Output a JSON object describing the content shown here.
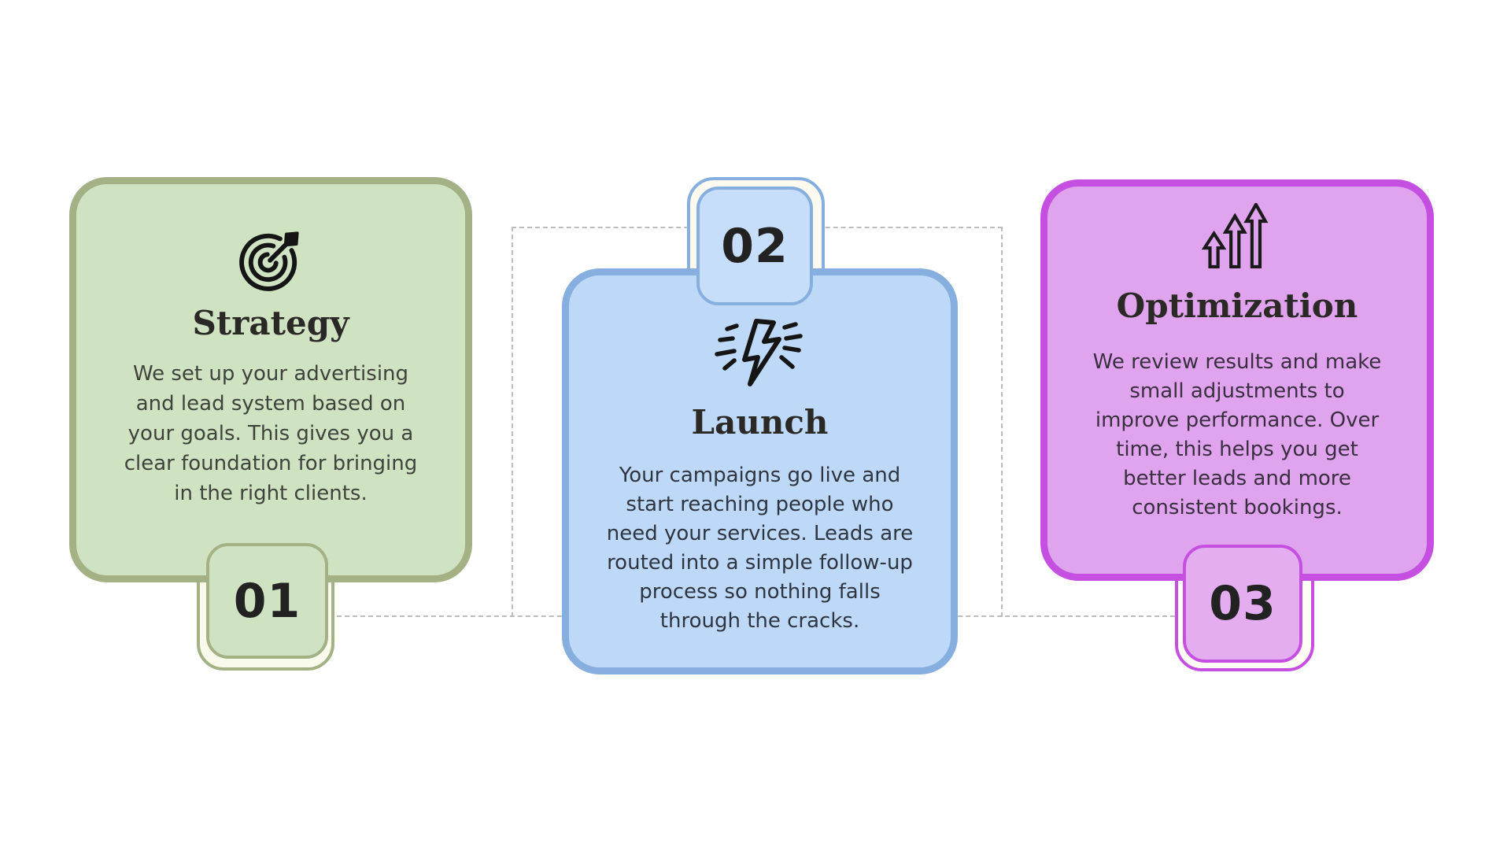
{
  "infographic": {
    "type": "three-step-process",
    "connector_style": "dashed",
    "connector_color": "#bdbdbd",
    "background": "#ffffff",
    "title_color": "#2b2925",
    "number_color": "#222222"
  },
  "steps": [
    {
      "number": "01",
      "title": "Strategy",
      "icon": "target-dart-icon",
      "body_lines": [
        "We set up your advertising",
        "and lead system based on",
        "your goals. This gives you a",
        "clear foundation for bringing",
        "in the right clients."
      ],
      "colors": {
        "card_fill": "#cfe2c2",
        "card_border": "#a3b185",
        "badge_outer_fill": "#fafaec",
        "badge_inner_fill": "#cfe2c2"
      }
    },
    {
      "number": "02",
      "title": "Launch",
      "icon": "lightning-bolt-icon",
      "body_lines": [
        "Your campaigns go live and",
        "start reaching people who",
        "need your services. Leads are",
        "routed into a simple follow-up",
        "process so nothing falls",
        "through the cracks."
      ],
      "colors": {
        "card_fill": "#bed9f8",
        "card_border": "#86afdf",
        "badge_outer_fill": "#fcf9ef",
        "badge_inner_fill": "#c6def9"
      }
    },
    {
      "number": "03",
      "title": "Optimization",
      "icon": "growth-arrows-icon",
      "body_lines": [
        "We review results and make",
        "small adjustments to",
        "improve performance. Over",
        "time, this helps you get",
        "better leads and more",
        "consistent bookings."
      ],
      "colors": {
        "card_fill": "#e0a4ee",
        "card_border": "#c44fe0",
        "badge_outer_fill": "#fffdf4",
        "badge_inner_fill": "#e3adf0"
      }
    }
  ]
}
